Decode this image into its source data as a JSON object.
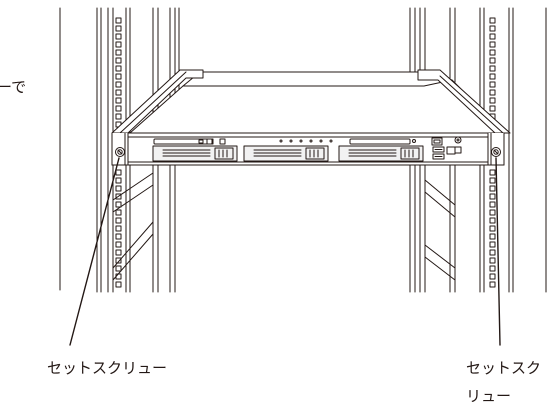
{
  "figure": {
    "callouts": {
      "left_screw_label": "セットスクリュー",
      "right_screw_label_line1": "セットスク",
      "right_screw_label_line2": "リュー",
      "cut_text_fragment": "ーで"
    },
    "colors": {
      "line": "#231815",
      "background": "#ffffff",
      "drive_bay_fill": "#f2f2f2"
    }
  }
}
